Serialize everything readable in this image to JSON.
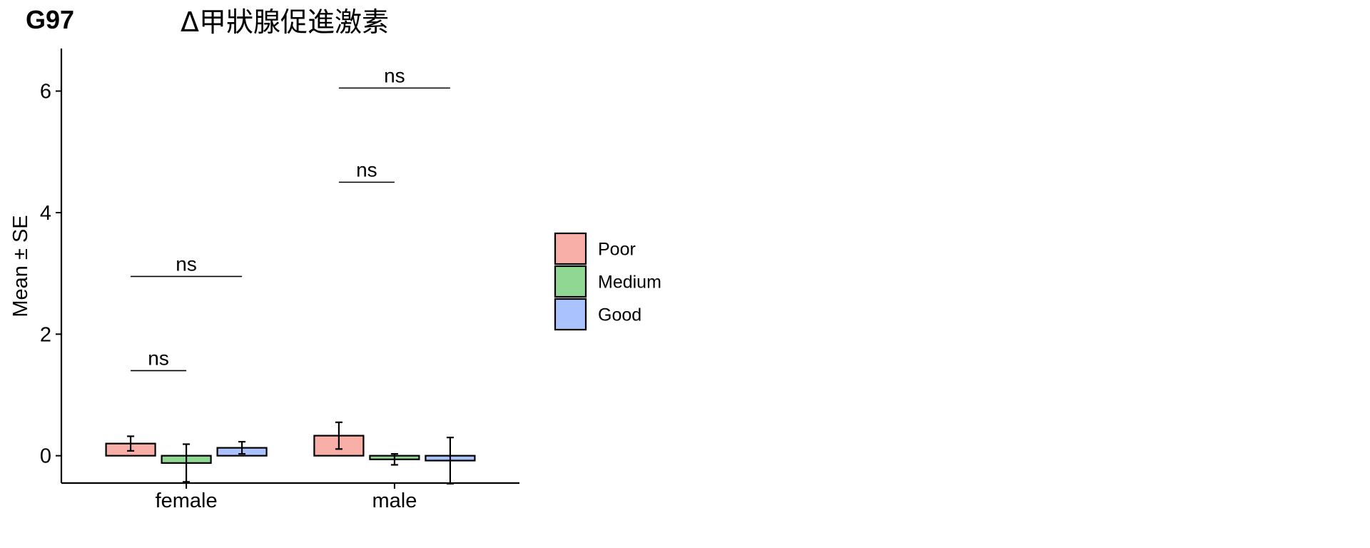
{
  "panel_tag": "G97",
  "chart_data": {
    "type": "bar",
    "title": "Δ甲狀腺促進激素",
    "xlabel": "",
    "ylabel": "Mean ± SE",
    "ylim": [
      -0.45,
      6.7
    ],
    "yticks": [
      0,
      2,
      4,
      6
    ],
    "categories": [
      "female",
      "male"
    ],
    "series": [
      {
        "name": "Poor",
        "color": "#F8AFA8",
        "values": [
          0.2,
          0.33
        ],
        "se": [
          0.12,
          0.22
        ]
      },
      {
        "name": "Medium",
        "color": "#8FD793",
        "values": [
          -0.12,
          -0.06
        ],
        "se": [
          0.31,
          0.09
        ]
      },
      {
        "name": "Good",
        "color": "#AAC2FE",
        "values": [
          0.13,
          -0.08
        ],
        "se": [
          0.1,
          0.38
        ]
      }
    ],
    "comparisons": [
      {
        "category": "female",
        "from": "Poor",
        "to": "Medium",
        "y": 1.4,
        "label": "ns"
      },
      {
        "category": "female",
        "from": "Poor",
        "to": "Good",
        "y": 2.95,
        "label": "ns"
      },
      {
        "category": "male",
        "from": "Poor",
        "to": "Medium",
        "y": 4.5,
        "label": "ns"
      },
      {
        "category": "male",
        "from": "Poor",
        "to": "Good",
        "y": 6.05,
        "label": "ns"
      }
    ],
    "legend_position": "right",
    "grid": false
  }
}
